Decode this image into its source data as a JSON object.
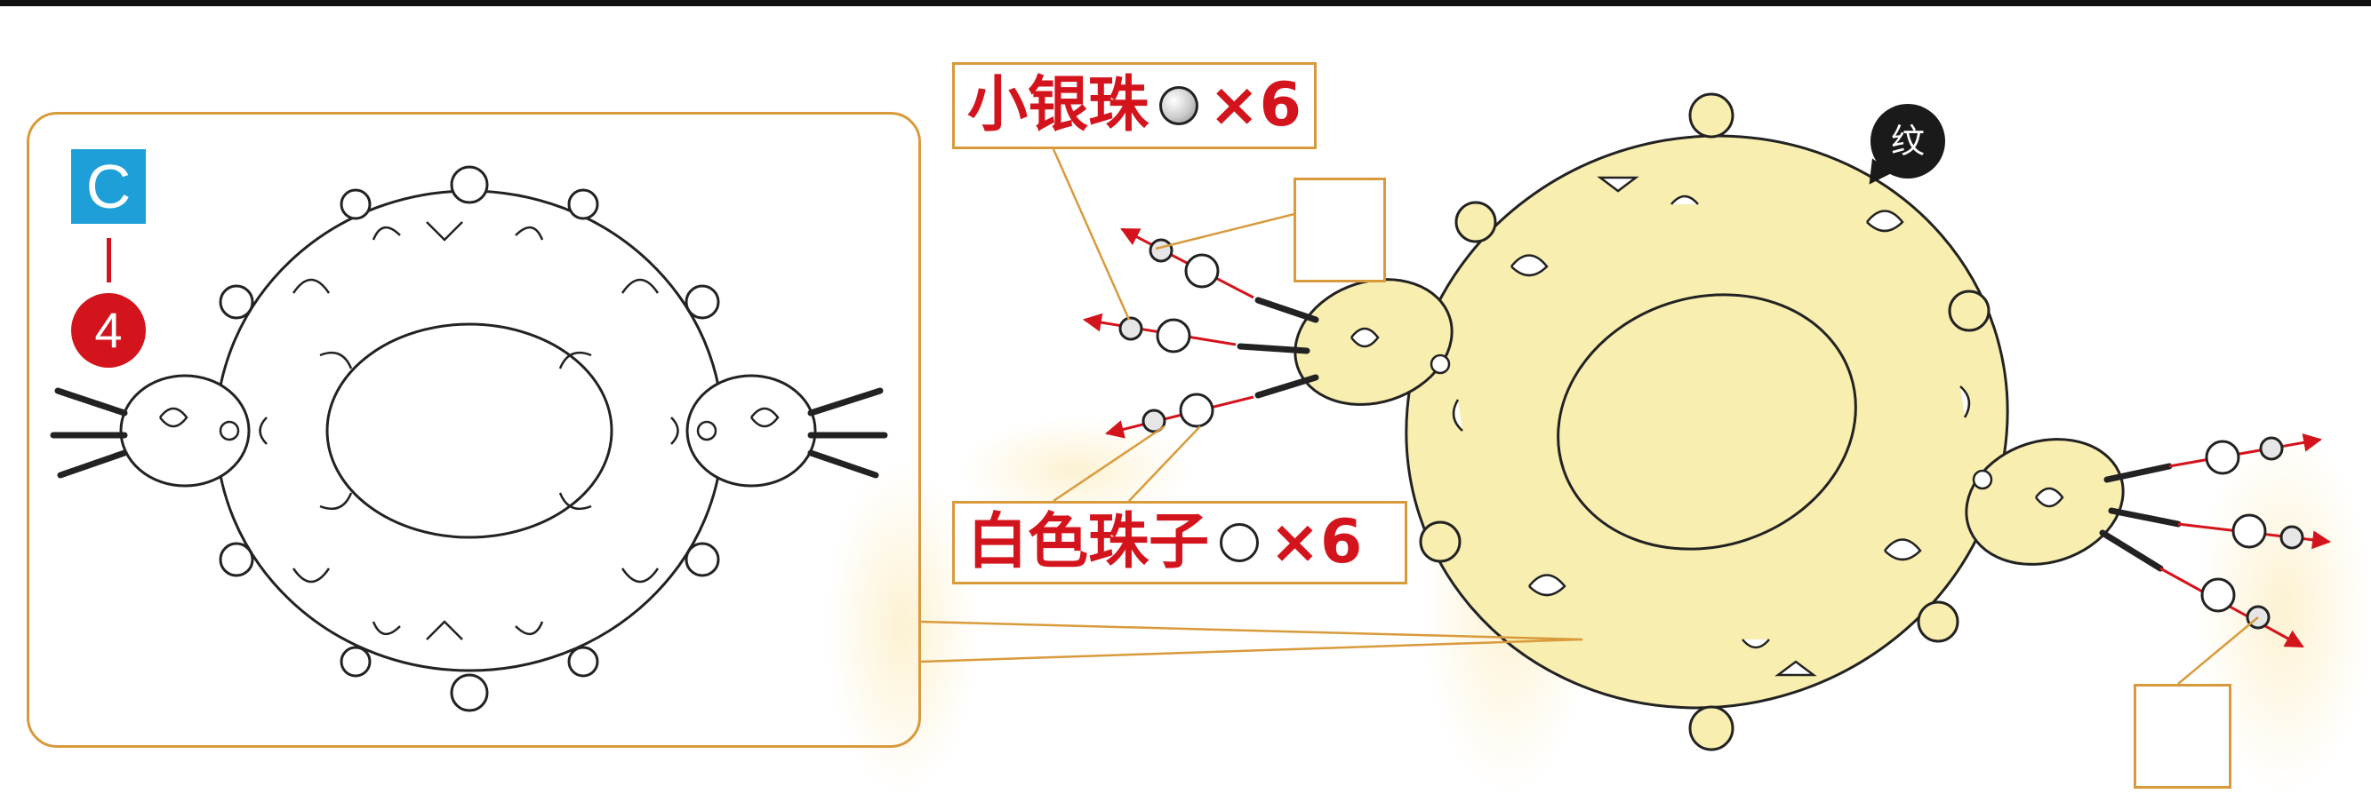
{
  "part_badge": {
    "letter": "C",
    "number": "4"
  },
  "labels": {
    "silver_beads": {
      "text": "小银珠",
      "quantity": "×6",
      "bead_icon": "silver-bead-icon"
    },
    "white_beads": {
      "text": "白色珠子",
      "quantity": "×6",
      "bead_icon": "white-bead-icon"
    },
    "pattern_mark": "纹"
  },
  "colors": {
    "accent_orange": "#d99a3c",
    "badge_blue": "#1e9fd8",
    "badge_red": "#d4141c",
    "arrow_red": "#d4141c",
    "part_fill": "#f8eeb0",
    "outline": "#222222"
  }
}
